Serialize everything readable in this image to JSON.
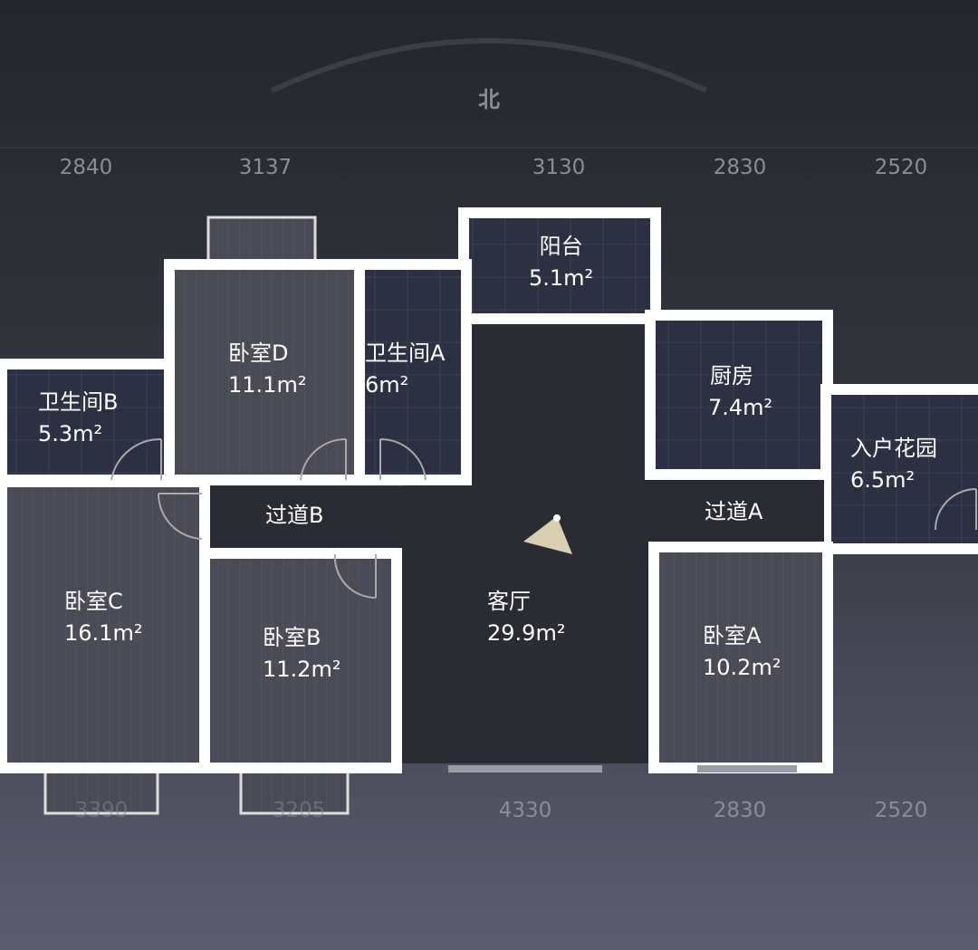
{
  "compass": {
    "label": "北"
  },
  "dimensions_top": [
    "2840",
    "3137",
    "3130",
    "2830",
    "2520"
  ],
  "dimensions_bottom": [
    "3390",
    "3205",
    "4330",
    "2830",
    "2520"
  ],
  "rooms": [
    {
      "name": "阳台",
      "area": "5.1m²"
    },
    {
      "name": "卧室D",
      "area": "11.1m²"
    },
    {
      "name": "卫生间A",
      "area": "6m²"
    },
    {
      "name": "卫生间B",
      "area": "5.3m²"
    },
    {
      "name": "厨房",
      "area": "7.4m²"
    },
    {
      "name": "入户花园",
      "area": "6.5m²"
    },
    {
      "name": "过道B",
      "area": ""
    },
    {
      "name": "过道A",
      "area": ""
    },
    {
      "name": "卧室C",
      "area": "16.1m²"
    },
    {
      "name": "卧室B",
      "area": "11.2m²"
    },
    {
      "name": "客厅",
      "area": "29.9m²"
    },
    {
      "name": "卧室A",
      "area": "10.2m²"
    }
  ],
  "colors": {
    "wall": "#ffffff",
    "bedroom": "#4a4b55",
    "wet_room": "#2c3042",
    "living": "#2b2c33"
  }
}
